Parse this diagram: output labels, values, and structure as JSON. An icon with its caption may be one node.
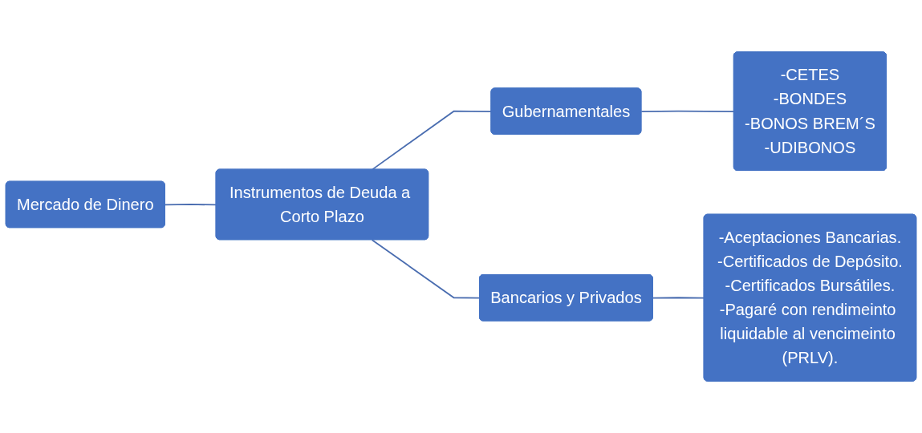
{
  "diagram": {
    "nodes": [
      {
        "text": [
          "Mercado de Dinero"
        ]
      },
      {
        "text": [
          "Instrumentos de Deuda a Corto Plazo"
        ]
      },
      {
        "text": [
          "Gubernamentales"
        ]
      },
      {
        "text": [
          "Bancarios y Privados"
        ]
      },
      {
        "text": [
          "-CETES",
          "-BONDES",
          "-BONOS BREM´S",
          "-UDIBONOS"
        ]
      },
      {
        "text": [
          "-Aceptaciones Bancarias.",
          "-Certificados de Depósito.",
          "-Certificados Bursátiles.",
          "-Pagaré con rendimeinto liquidable al vencimeinto (PRLV)."
        ]
      }
    ],
    "edges": [
      {
        "from": 0,
        "to": 1,
        "arrow": "none"
      },
      {
        "from": 1,
        "to": 2,
        "arrow": "none"
      },
      {
        "from": 1,
        "to": 3,
        "arrow": "none"
      },
      {
        "from": 2,
        "to": 4,
        "arrow": "none"
      },
      {
        "from": 3,
        "to": 5,
        "arrow": "none"
      }
    ]
  }
}
